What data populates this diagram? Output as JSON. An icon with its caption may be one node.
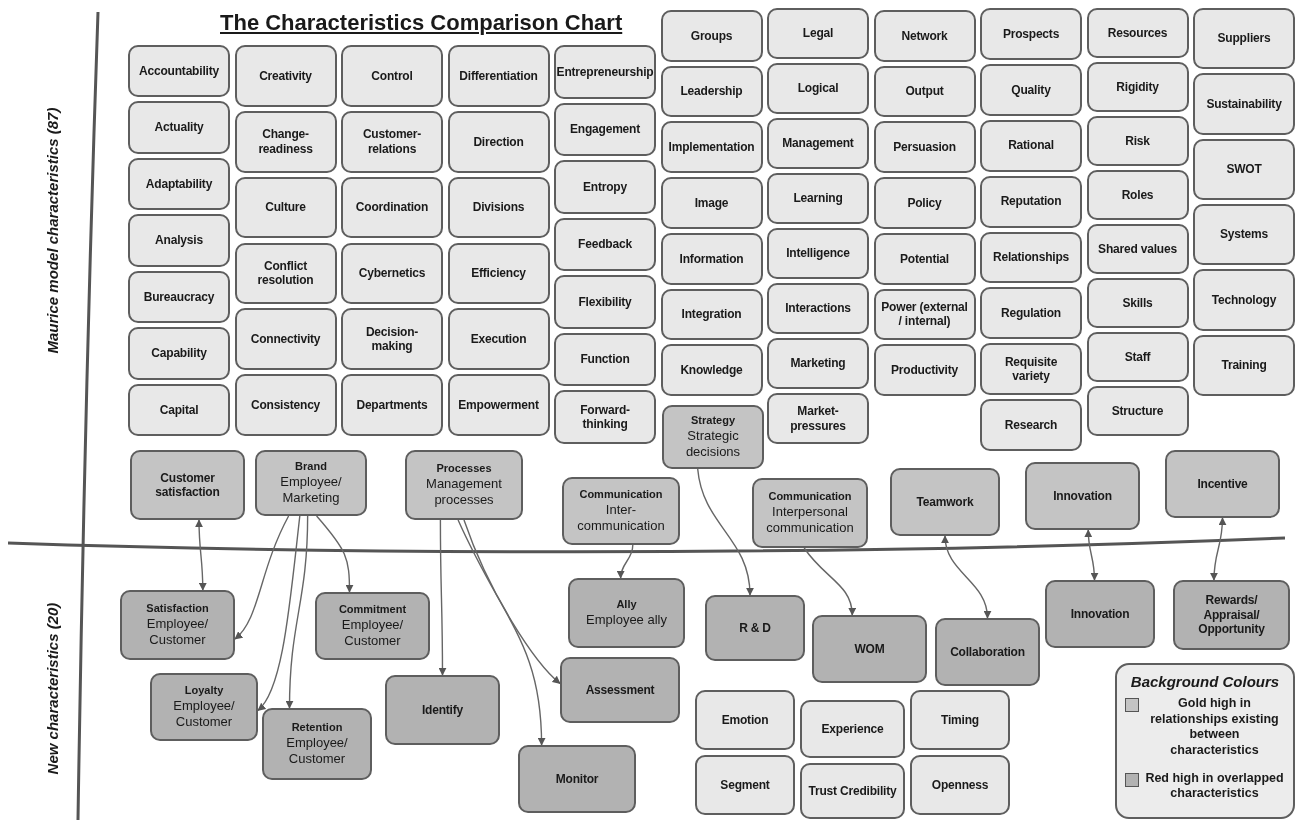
{
  "diagram": {
    "title": "The Characteristics Comparison Chart",
    "nodes": [
      {
        "text": [
          "Accountability"
        ]
      },
      {
        "text": [
          "Actuality"
        ]
      },
      {
        "text": [
          "Adaptability"
        ]
      },
      {
        "text": [
          "Analysis"
        ]
      },
      {
        "text": [
          "Bureaucracy"
        ]
      },
      {
        "text": [
          "Capability"
        ]
      },
      {
        "text": [
          "Capital"
        ]
      },
      {
        "text": [
          "Creativity"
        ]
      },
      {
        "text": [
          "Change-readiness"
        ]
      },
      {
        "text": [
          "Culture"
        ]
      },
      {
        "text": [
          "Conflict resolution"
        ]
      },
      {
        "text": [
          "Connectivity"
        ]
      },
      {
        "text": [
          "Consistency"
        ]
      },
      {
        "text": [
          "Control"
        ]
      },
      {
        "text": [
          "Customer-relations"
        ]
      },
      {
        "text": [
          "Coordination"
        ]
      },
      {
        "text": [
          "Cybernetics"
        ]
      },
      {
        "text": [
          "Decision-making"
        ]
      },
      {
        "text": [
          "Departments"
        ]
      },
      {
        "text": [
          "Differentiation"
        ]
      },
      {
        "text": [
          "Direction"
        ]
      },
      {
        "text": [
          "Divisions"
        ]
      },
      {
        "text": [
          "Efficiency"
        ]
      },
      {
        "text": [
          "Execution"
        ]
      },
      {
        "text": [
          "Empowerment"
        ]
      },
      {
        "text": [
          "Entrepreneurship"
        ]
      },
      {
        "text": [
          "Engagement"
        ]
      },
      {
        "text": [
          "Entropy"
        ]
      },
      {
        "text": [
          "Feedback"
        ]
      },
      {
        "text": [
          "Flexibility"
        ]
      },
      {
        "text": [
          "Function"
        ]
      },
      {
        "text": [
          "Forward-thinking"
        ]
      },
      {
        "text": [
          "Groups"
        ]
      },
      {
        "text": [
          "Leadership"
        ]
      },
      {
        "text": [
          "Implementation"
        ]
      },
      {
        "text": [
          "Image"
        ]
      },
      {
        "text": [
          "Information"
        ]
      },
      {
        "text": [
          "Integration"
        ]
      },
      {
        "text": [
          "Knowledge"
        ]
      },
      {
        "text": [
          "Legal"
        ]
      },
      {
        "text": [
          "Logical"
        ]
      },
      {
        "text": [
          "Management"
        ]
      },
      {
        "text": [
          "Learning"
        ]
      },
      {
        "text": [
          "Intelligence"
        ]
      },
      {
        "text": [
          "Interactions"
        ]
      },
      {
        "text": [
          "Marketing"
        ]
      },
      {
        "text": [
          "Market-pressures"
        ]
      },
      {
        "text": [
          "Network"
        ]
      },
      {
        "text": [
          "Output"
        ]
      },
      {
        "text": [
          "Persuasion"
        ]
      },
      {
        "text": [
          "Policy"
        ]
      },
      {
        "text": [
          "Potential"
        ]
      },
      {
        "text": [
          "Power (external / internal)"
        ]
      },
      {
        "text": [
          "Productivity"
        ]
      },
      {
        "text": [
          "Prospects"
        ]
      },
      {
        "text": [
          "Quality"
        ]
      },
      {
        "text": [
          "Rational"
        ]
      },
      {
        "text": [
          "Reputation"
        ]
      },
      {
        "text": [
          "Relationships"
        ]
      },
      {
        "text": [
          "Regulation"
        ]
      },
      {
        "text": [
          "Requisite variety"
        ]
      },
      {
        "text": [
          "Research"
        ]
      },
      {
        "text": [
          "Resources"
        ]
      },
      {
        "text": [
          "Rigidity"
        ]
      },
      {
        "text": [
          "Risk"
        ]
      },
      {
        "text": [
          "Roles"
        ]
      },
      {
        "text": [
          "Shared values"
        ]
      },
      {
        "text": [
          "Skills"
        ]
      },
      {
        "text": [
          "Staff"
        ]
      },
      {
        "text": [
          "Structure"
        ]
      },
      {
        "text": [
          "Suppliers"
        ]
      },
      {
        "text": [
          "Sustainability"
        ]
      },
      {
        "text": [
          "SWOT"
        ]
      },
      {
        "text": [
          "Systems"
        ]
      },
      {
        "text": [
          "Technology"
        ]
      },
      {
        "text": [
          "Training"
        ]
      },
      {
        "text": [
          "Customer satisfaction"
        ]
      },
      {
        "text": [
          "Brand",
          "Employee/ Marketing"
        ]
      },
      {
        "text": [
          "Processes",
          "Management processes"
        ]
      },
      {
        "text": [
          "Strategy",
          "Strategic decisions"
        ]
      },
      {
        "text": [
          "Communication",
          "Inter-communication"
        ]
      },
      {
        "text": [
          "Communication",
          "Interpersonal communication"
        ]
      },
      {
        "text": [
          "Teamwork"
        ]
      },
      {
        "text": [
          "Innovation"
        ]
      },
      {
        "text": [
          "Incentive"
        ]
      },
      {
        "text": [
          "Satisfaction",
          "Employee/ Customer"
        ]
      },
      {
        "text": [
          "Commitment",
          "Employee/ Customer"
        ]
      },
      {
        "text": [
          "Loyalty",
          "Employee/ Customer"
        ]
      },
      {
        "text": [
          "Retention",
          "Employee/ Customer"
        ]
      },
      {
        "text": [
          "Identify"
        ]
      },
      {
        "text": [
          "Ally",
          "Employee ally"
        ]
      },
      {
        "text": [
          "Assessment"
        ]
      },
      {
        "text": [
          "Monitor"
        ]
      },
      {
        "text": [
          "R & D"
        ]
      },
      {
        "text": [
          "WOM"
        ]
      },
      {
        "text": [
          "Collaboration"
        ]
      },
      {
        "text": [
          "Innovation"
        ]
      },
      {
        "text": [
          "Rewards/ Appraisal/ Opportunity"
        ]
      },
      {
        "text": [
          "Emotion"
        ]
      },
      {
        "text": [
          "Experience"
        ]
      },
      {
        "text": [
          "Timing"
        ]
      },
      {
        "text": [
          "Segment"
        ]
      },
      {
        "text": [
          "Trust Credibility"
        ]
      },
      {
        "text": [
          "Openness"
        ]
      }
    ],
    "edges": [
      {
        "from": 76,
        "to": 85,
        "arrow": "both"
      },
      {
        "from": 77,
        "to": 85,
        "arrow": "to"
      },
      {
        "from": 77,
        "to": 87,
        "arrow": "to"
      },
      {
        "from": 77,
        "to": 88,
        "arrow": "to"
      },
      {
        "from": 77,
        "to": 86,
        "arrow": "to"
      },
      {
        "from": 78,
        "to": 89,
        "arrow": "to"
      },
      {
        "from": 78,
        "to": 91,
        "arrow": "to"
      },
      {
        "from": 78,
        "to": 92,
        "arrow": "to"
      },
      {
        "from": 80,
        "to": 90,
        "arrow": "to"
      },
      {
        "from": 79,
        "to": 93,
        "arrow": "to"
      },
      {
        "from": 81,
        "to": 94,
        "arrow": "to"
      },
      {
        "from": 82,
        "to": 95,
        "arrow": "both"
      },
      {
        "from": 83,
        "to": 96,
        "arrow": "both"
      },
      {
        "from": 84,
        "to": 97,
        "arrow": "both"
      }
    ],
    "labels": [
      "Maurice model characteristics (87)",
      "New characteristics (20)",
      "Background Colours"
    ],
    "legend": [
      {
        "text": "Gold high in relationships existing between characteristics",
        "color": "#c4c4c4"
      },
      {
        "text": "Red high in overlapped characteristics",
        "color": "#b2b2b2"
      }
    ]
  }
}
